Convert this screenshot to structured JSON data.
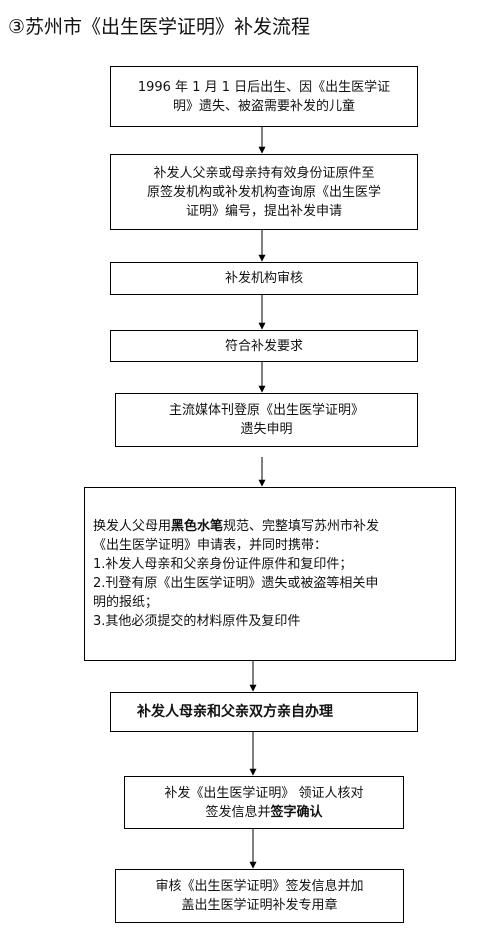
{
  "title": "③苏州市《出生医学证明》补发流程",
  "steps": [
    {
      "lines": [
        "1996 年 1 月 1 日后出生、因《出生医学证",
        "明》遗失、被盗需要补发的儿童"
      ]
    },
    {
      "lines": [
        "补发人父亲或母亲持有效身份证原件至",
        "原签发机构或补发机构查询原《出生医学",
        "证明》编号，提出补发申请"
      ]
    },
    {
      "lines": [
        "补发机构审核"
      ]
    },
    {
      "lines": [
        "符合补发要求"
      ]
    },
    {
      "lines": [
        "主流媒体刊登原《出生医学证明》",
        "遗失申明"
      ]
    },
    {
      "line1_a": "换发人父母用",
      "line1_bold": "黑色水笔",
      "line1_b": "规范、完整填写苏州市补发",
      "line2": "《出生医学证明》申请表，并同时携带：",
      "line3": "1.补发人母亲和父亲身份证件原件和复印件；",
      "line4": "2.刊登有原《出生医学证明》遗失或被盗等相关申",
      "line5": "明的报纸；",
      "line6": "3.其他必须提交的材料原件及复印件"
    },
    {
      "lines": [
        "补发人母亲和父亲双方亲自办理"
      ]
    },
    {
      "line1": "补发《出生医学证明》 领证人核对",
      "line2_a": "签发信息并",
      "line2_bold": "签字确认"
    },
    {
      "lines": [
        "审核《出生医学证明》签发信息并加",
        "盖出生医学证明补发专用章"
      ]
    }
  ]
}
